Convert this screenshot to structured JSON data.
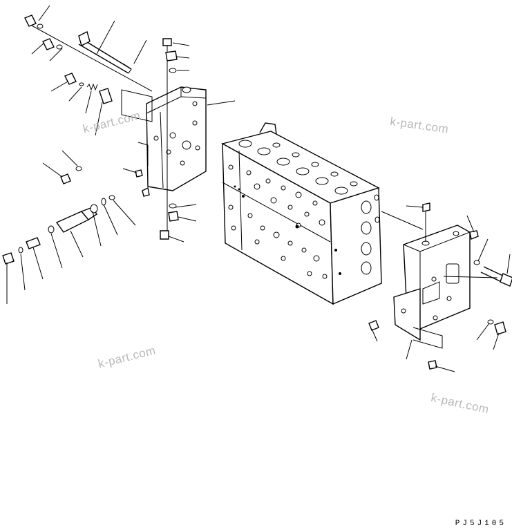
{
  "watermarks": [
    "k-part.com",
    "k-part.com",
    "k-part.com",
    "k-part.com"
  ],
  "drawing_code": "PJ5J105"
}
